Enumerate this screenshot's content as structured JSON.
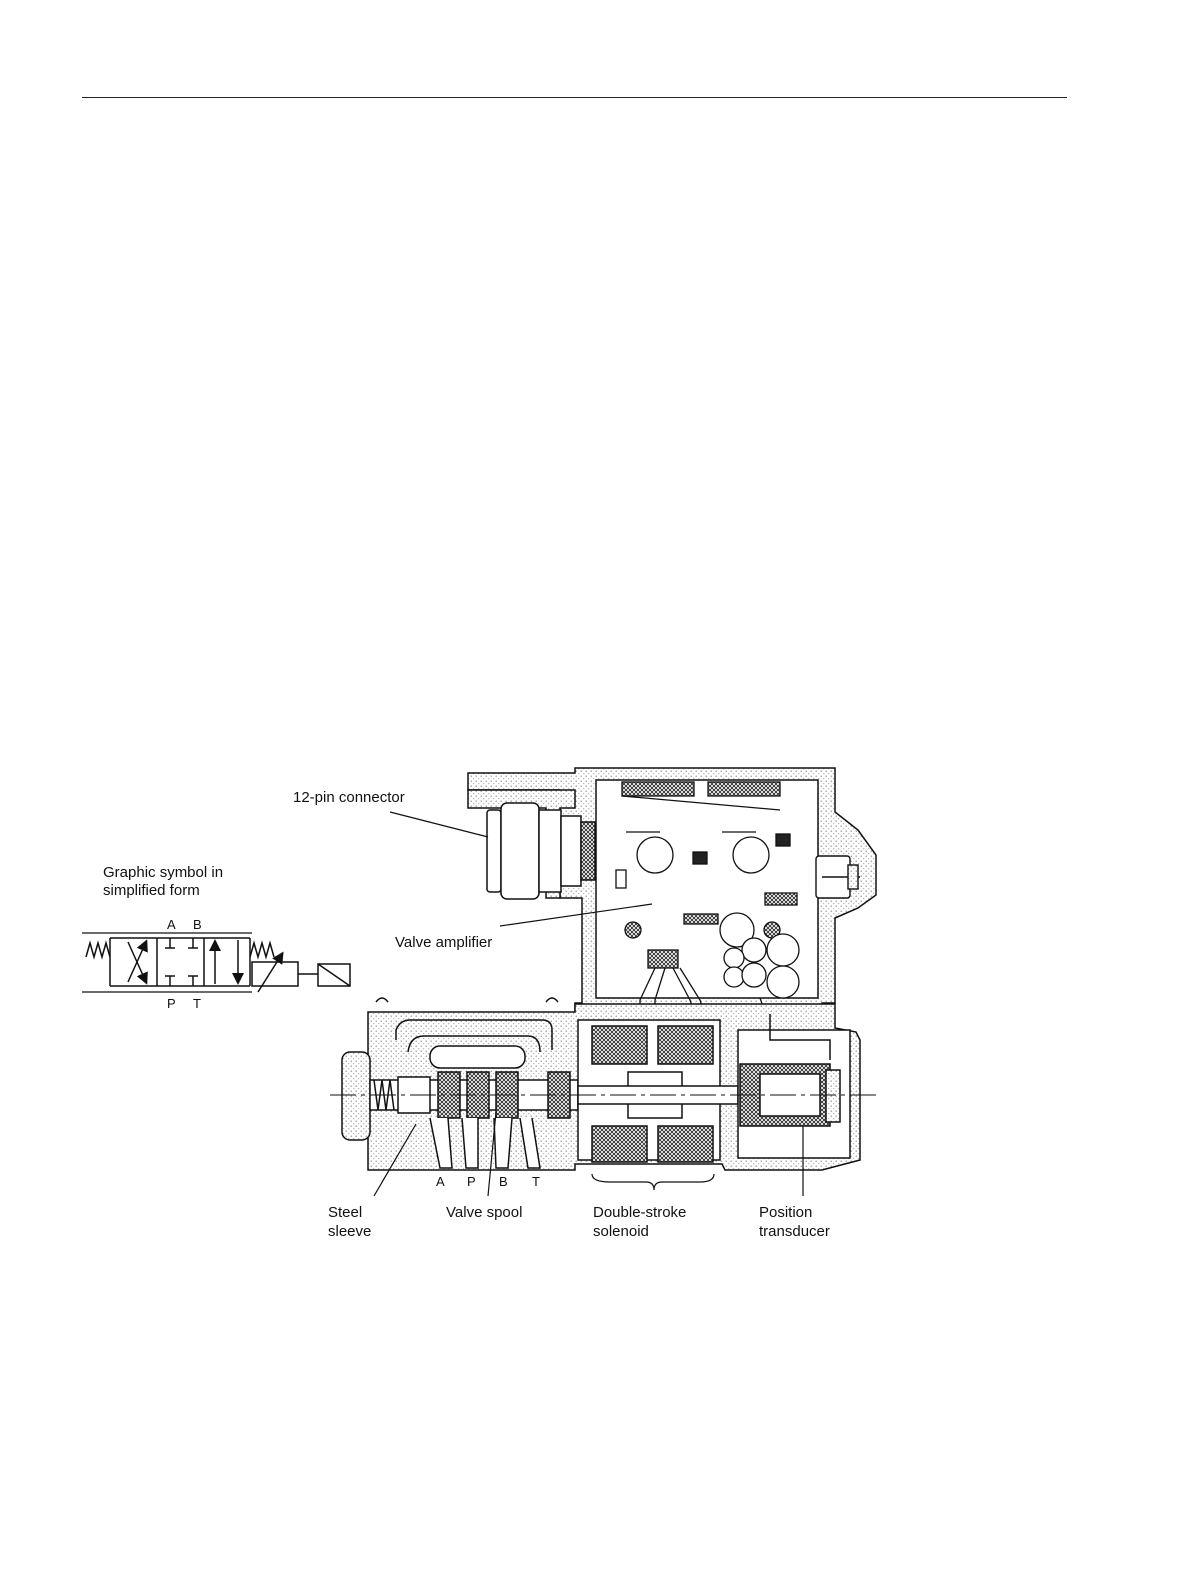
{
  "labels": {
    "connector": "12-pin connector",
    "symbol_line1": "Graphic symbol in",
    "symbol_line2": "simplified form",
    "amplifier": "Valve amplifier",
    "sleeve_line1": "Steel",
    "sleeve_line2": "sleeve",
    "spool": "Valve spool",
    "solenoid_line1": "Double-stroke",
    "solenoid_line2": "solenoid",
    "transducer_line1": "Position",
    "transducer_line2": "transducer"
  },
  "symbol_ports": {
    "a": "A",
    "b": "B",
    "p": "P",
    "t": "T"
  },
  "body_ports": {
    "a": "A",
    "p": "P",
    "b": "B",
    "t": "T"
  },
  "colors": {
    "ink": "#111111",
    "stipple": "#9a9a9a"
  }
}
